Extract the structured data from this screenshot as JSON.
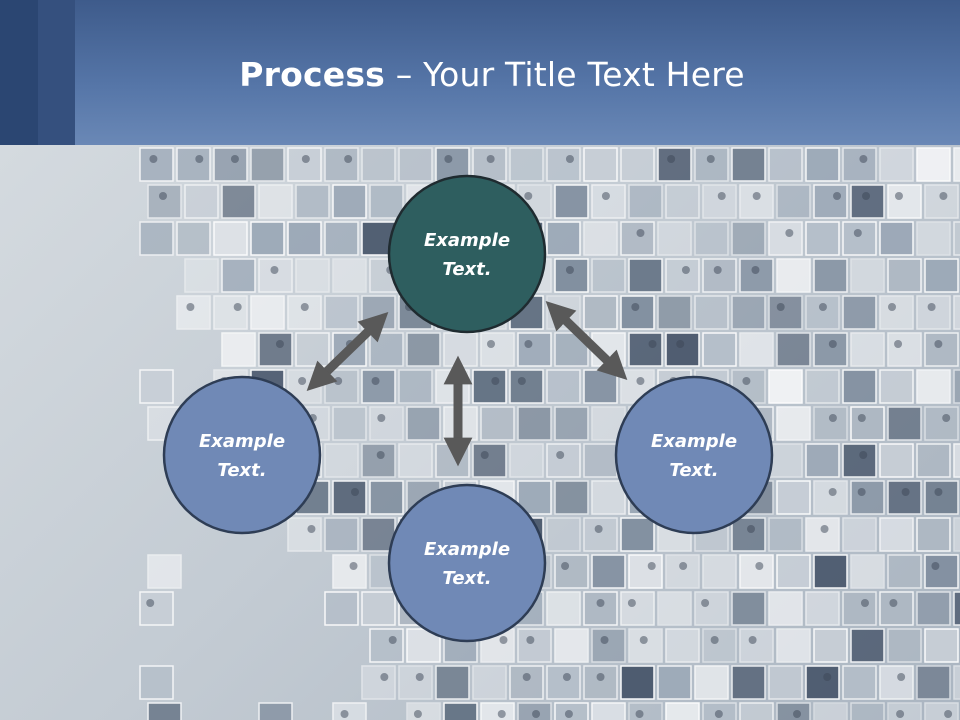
{
  "slide": {
    "title_bold": "Process",
    "title_rest": " – Your Title Text Here"
  },
  "colors": {
    "header": "#5676a8",
    "center_node_fill": "#2e5e5f",
    "node_fill": "#7089b6",
    "node_stroke": "#2e3d55",
    "arrow": "#595959"
  },
  "diagram": {
    "nodes": [
      {
        "id": "top",
        "line1": "Example",
        "line2": "Text."
      },
      {
        "id": "left",
        "line1": "Example",
        "line2": "Text."
      },
      {
        "id": "right",
        "line1": "Example",
        "line2": "Text."
      },
      {
        "id": "bottom",
        "line1": "Example",
        "line2": "Text."
      }
    ]
  }
}
